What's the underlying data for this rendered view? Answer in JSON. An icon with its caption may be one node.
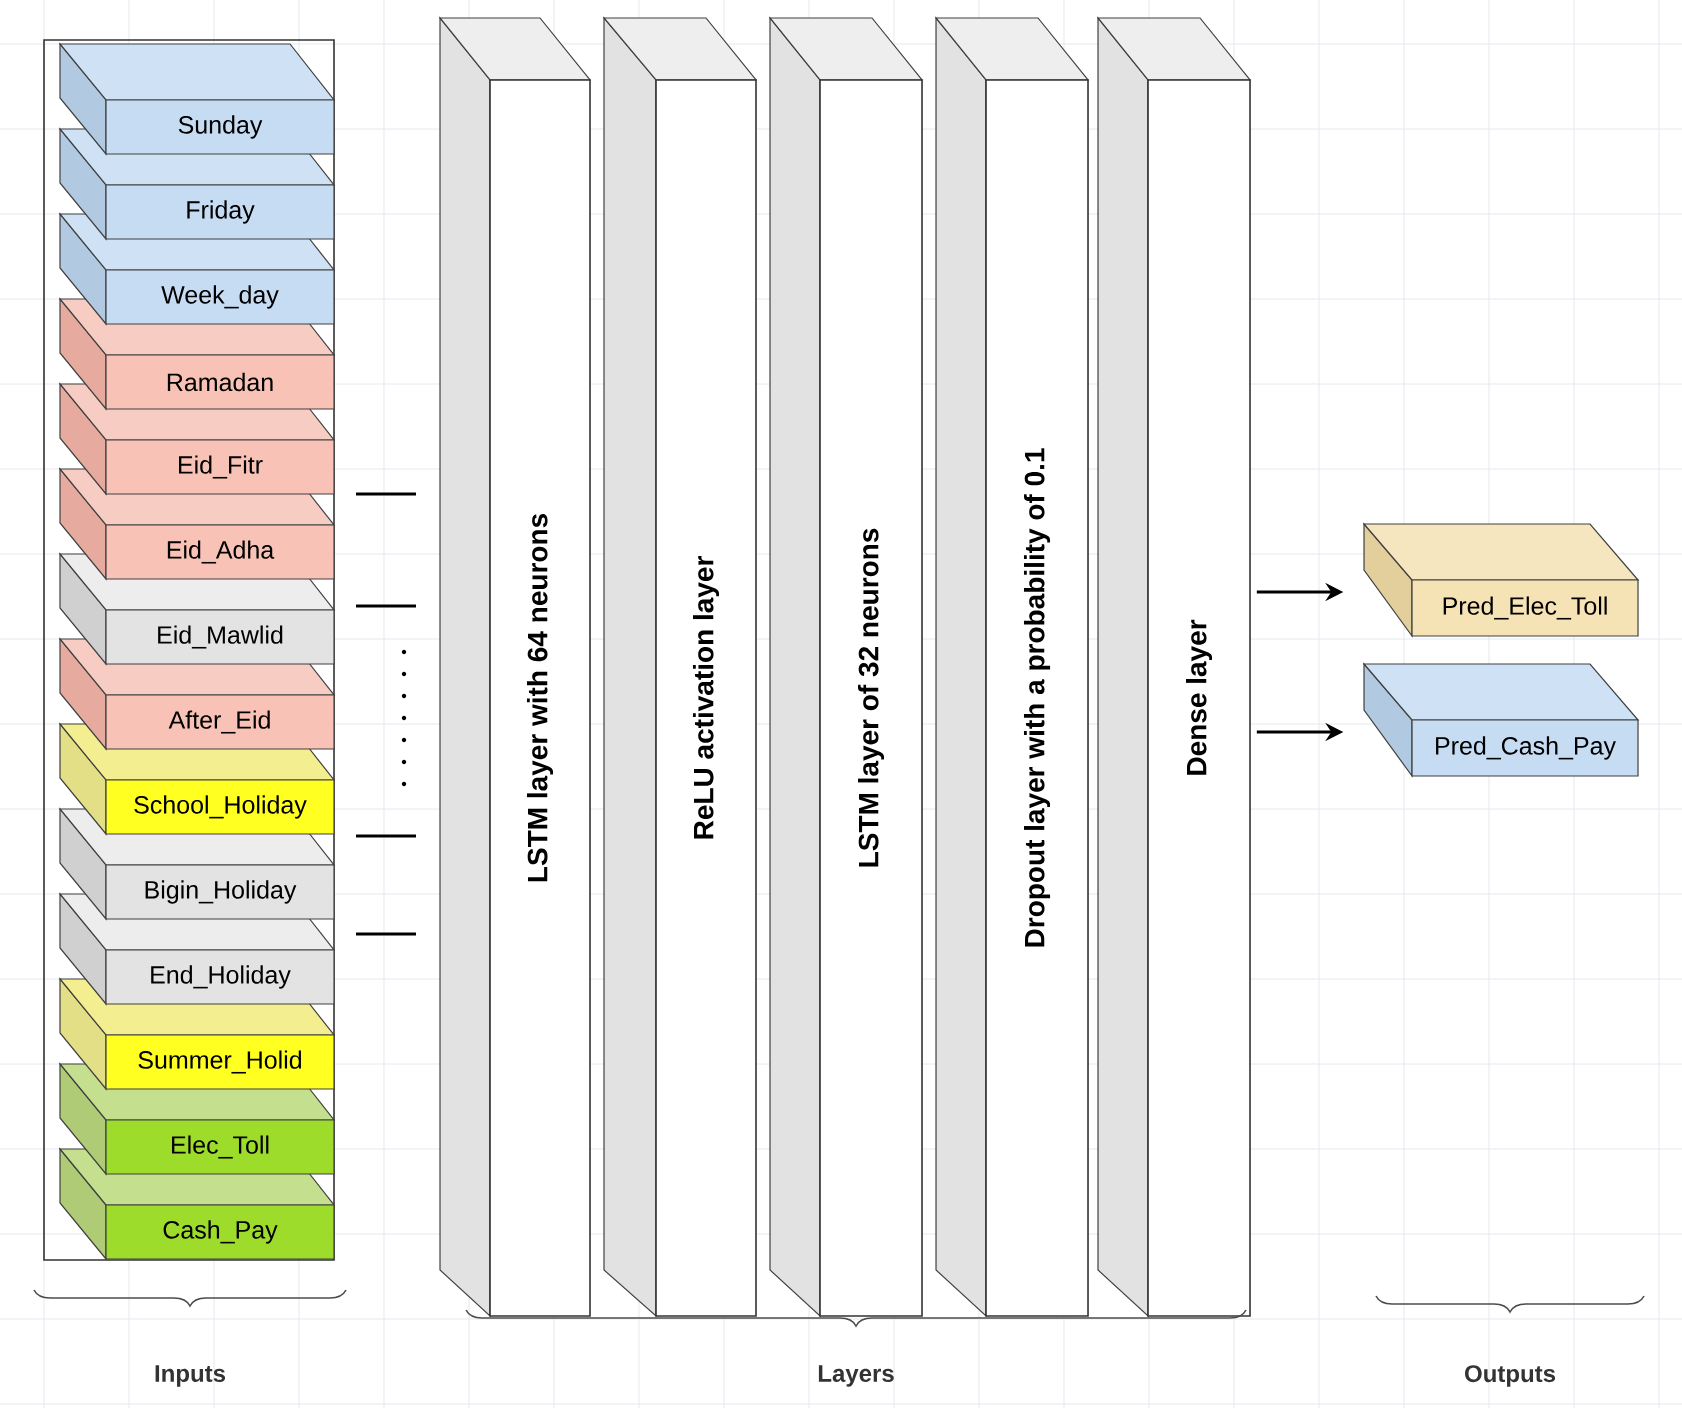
{
  "diagram": {
    "nodes": [
      {
        "text": [],
        "shape": "box"
      },
      {
        "text": [
          "Sunday"
        ],
        "in": 0
      },
      {
        "text": [
          "Friday"
        ],
        "in": 0
      },
      {
        "text": [
          "Week_day"
        ],
        "in": 0
      },
      {
        "text": [
          "Ramadan"
        ],
        "in": 0
      },
      {
        "text": [
          "Eid_Fitr"
        ],
        "in": 0
      },
      {
        "text": [
          "Eid_Adha"
        ],
        "in": 0
      },
      {
        "text": [
          "Eid_Mawlid"
        ],
        "in": 0
      },
      {
        "text": [
          "After_Eid"
        ],
        "in": 0
      },
      {
        "text": [
          "School_Holiday"
        ],
        "in": 0
      },
      {
        "text": [
          "Bigin_Holiday"
        ],
        "in": 0
      },
      {
        "text": [
          "End_Holiday"
        ],
        "in": 0
      },
      {
        "text": [
          "Summer_Holid"
        ],
        "in": 0
      },
      {
        "text": [
          "Elec_Toll"
        ],
        "in": 0
      },
      {
        "text": [
          "Cash_Pay"
        ],
        "in": 0
      },
      {
        "text": [
          "LSTM layer with 64 neurons"
        ]
      },
      {
        "text": [
          "ReLU activation layer"
        ]
      },
      {
        "text": [
          "LSTM layer of 32 neurons"
        ]
      },
      {
        "text": [
          "Dropout layer with a probability of 0.1"
        ]
      },
      {
        "text": [
          "Dense layer"
        ]
      },
      {
        "text": [
          "Pred_Elec_Toll"
        ]
      },
      {
        "text": [
          "Pred_Cash_Pay"
        ]
      }
    ],
    "edges": [
      {
        "from": 19,
        "to": 20,
        "arrow": "to"
      },
      {
        "from": 19,
        "to": 21,
        "arrow": "to"
      }
    ],
    "labels": [
      "Inputs",
      "Layers",
      "Outputs"
    ]
  }
}
